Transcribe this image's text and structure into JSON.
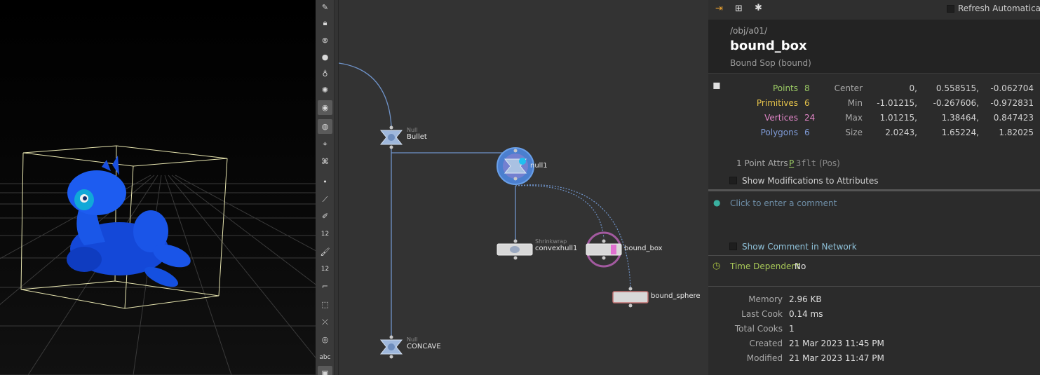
{
  "toolbar": {
    "badges": [
      "12",
      "12"
    ],
    "text_tool": "abc"
  },
  "network": {
    "nodes": [
      {
        "type": "Null",
        "name": "Bullet"
      },
      {
        "type": "",
        "name": "null1"
      },
      {
        "type": "Shrinkwrap",
        "name": "convexhull1"
      },
      {
        "type": "",
        "name": "bound_box"
      },
      {
        "type": "",
        "name": "bound_sphere"
      },
      {
        "type": "Null",
        "name": "CONCAVE"
      }
    ]
  },
  "info": {
    "refresh_label": "Refresh Automatically",
    "path": "/obj/a01/",
    "node_name": "bound_box",
    "node_type": "Bound Sop (bound)",
    "counts": [
      {
        "label": "Points",
        "value": "8",
        "color": "#9ccc65"
      },
      {
        "label": "Primitives",
        "value": "6",
        "color": "#e6c34a"
      },
      {
        "label": "Vertices",
        "value": "24",
        "color": "#e386c8"
      },
      {
        "label": "Polygons",
        "value": "6",
        "color": "#7f9bd8"
      }
    ],
    "bounds": [
      {
        "label": "Center",
        "x": "0,",
        "y": "0.558515,",
        "z": "-0.062704"
      },
      {
        "label": "Min",
        "x": "-1.01215,",
        "y": "-0.267606,",
        "z": "-0.972831"
      },
      {
        "label": "Max",
        "x": "1.01215,",
        "y": "1.38464,",
        "z": "0.847423"
      },
      {
        "label": "Size",
        "x": "2.0243,",
        "y": "1.65224,",
        "z": "1.82025"
      }
    ],
    "point_attrs_label": "1 Point Attrs",
    "point_attr_name": "P",
    "point_attr_type": "3flt",
    "point_attr_desc": "(Pos)",
    "show_mods_label": "Show Modifications to Attributes",
    "comment_placeholder": "Click to enter a comment",
    "show_comment_label": "Show Comment in Network",
    "time_dependent_label": "Time Dependent",
    "time_dependent_value": "No",
    "stats": [
      {
        "label": "Memory",
        "value": "2.96 KB"
      },
      {
        "label": "Last Cook",
        "value": "0.14 ms"
      },
      {
        "label": "Total Cooks",
        "value": "1"
      },
      {
        "label": "Created",
        "value": "21 Mar 2023 11:45 PM"
      },
      {
        "label": "Modified",
        "value": "21 Mar 2023 11:47 PM"
      }
    ]
  }
}
